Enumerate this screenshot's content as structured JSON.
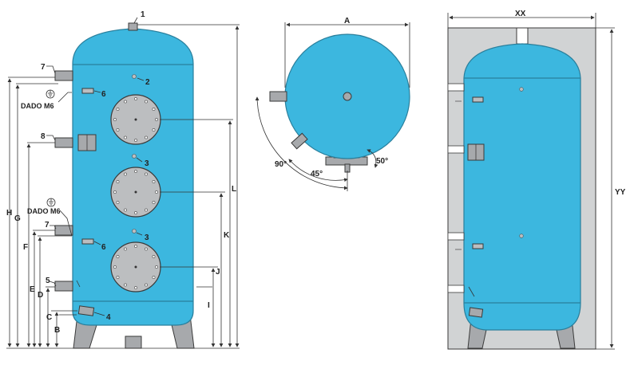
{
  "colors": {
    "tank": "#3cb7df",
    "tank_stroke": "#2a7f9c",
    "metal": "#a7a9ac",
    "metal_dark": "#7d8083",
    "insulation": "#d1d3d4",
    "line": "#333333"
  },
  "callouts": {
    "n1": "1",
    "n2": "2",
    "n3a": "3",
    "n3b": "3",
    "n4": "4",
    "n5": "5",
    "n6a": "6",
    "n6b": "6",
    "n7a": "7",
    "n7b": "7",
    "n8": "8"
  },
  "ground_labels": {
    "top": "DADO M6",
    "bottom": "DADO M6"
  },
  "dimensions": {
    "A": "A",
    "B": "B",
    "C": "C",
    "D": "D",
    "E": "E",
    "F": "F",
    "G": "G",
    "H": "H",
    "I": "I",
    "J": "J",
    "K": "K",
    "L": "L",
    "XX": "XX",
    "YY": "YY"
  },
  "angles": {
    "a90": "90°",
    "a45": "45°",
    "a50": "50°"
  }
}
